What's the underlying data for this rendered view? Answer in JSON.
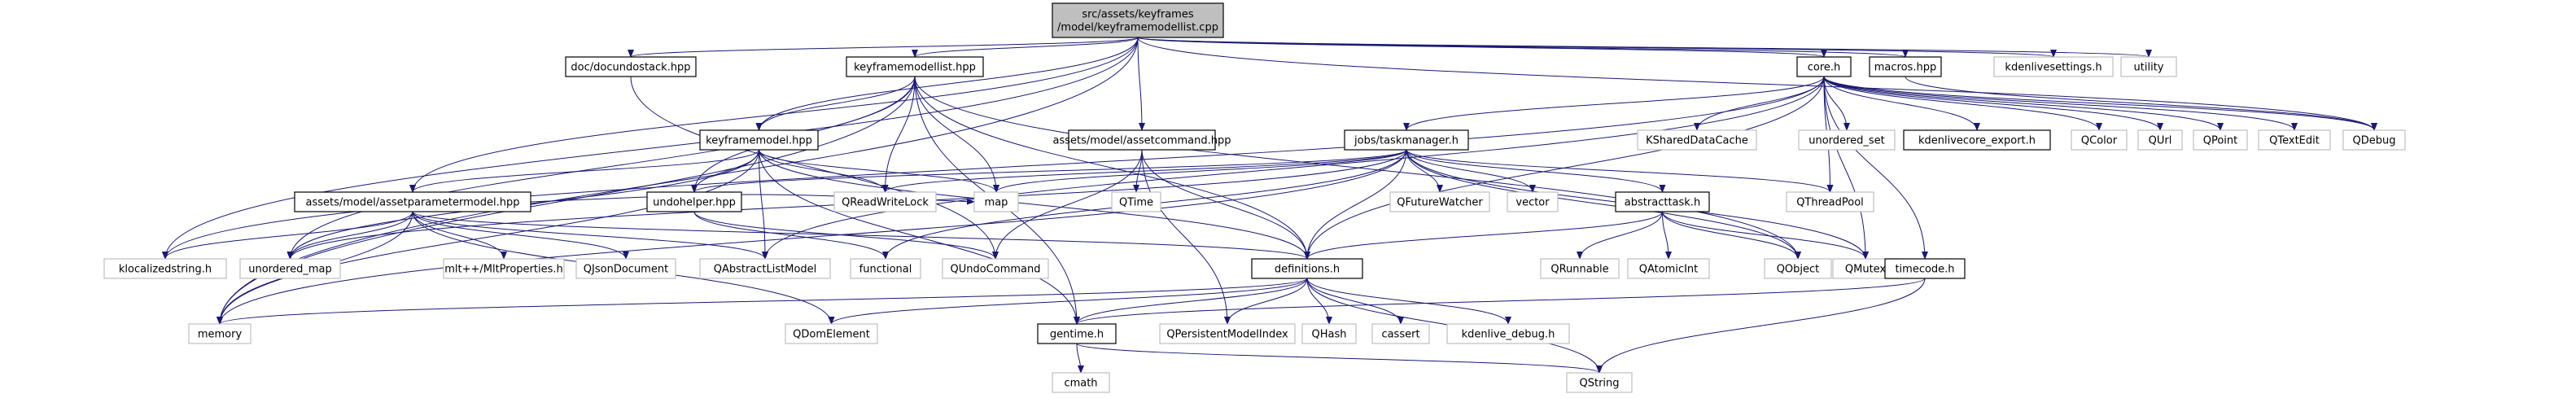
{
  "graph": {
    "nodes": [
      {
        "id": "root",
        "label": [
          "src/assets/keyframes",
          "/model/keyframemodellist.cpp"
        ],
        "kind": "root"
      },
      {
        "id": "docundo",
        "label": [
          "doc/docundostack.hpp"
        ],
        "kind": "local"
      },
      {
        "id": "kflist",
        "label": [
          "keyframemodellist.hpp"
        ],
        "kind": "local"
      },
      {
        "id": "assetcmd",
        "label": [
          "assets/model/assetcommand.hpp"
        ],
        "kind": "local"
      },
      {
        "id": "core",
        "label": [
          "core.h"
        ],
        "kind": "local"
      },
      {
        "id": "macros",
        "label": [
          "macros.hpp"
        ],
        "kind": "local"
      },
      {
        "id": "kdensettings",
        "label": [
          "kdenlivesettings.h"
        ],
        "kind": "sys"
      },
      {
        "id": "utility",
        "label": [
          "utility"
        ],
        "kind": "sys"
      },
      {
        "id": "kfmodel",
        "label": [
          "keyframemodel.hpp"
        ],
        "kind": "local"
      },
      {
        "id": "taskmgr",
        "label": [
          "jobs/taskmanager.h"
        ],
        "kind": "local"
      },
      {
        "id": "kshared",
        "label": [
          "KSharedDataCache"
        ],
        "kind": "sys"
      },
      {
        "id": "unordset",
        "label": [
          "unordered_set"
        ],
        "kind": "sys"
      },
      {
        "id": "corexport",
        "label": [
          "kdenlivecore_export.h"
        ],
        "kind": "local"
      },
      {
        "id": "qcolor",
        "label": [
          "QColor"
        ],
        "kind": "sys"
      },
      {
        "id": "qurl",
        "label": [
          "QUrl"
        ],
        "kind": "sys"
      },
      {
        "id": "qpoint",
        "label": [
          "QPoint"
        ],
        "kind": "sys"
      },
      {
        "id": "qtextedit",
        "label": [
          "QTextEdit"
        ],
        "kind": "sys"
      },
      {
        "id": "qdebug",
        "label": [
          "QDebug"
        ],
        "kind": "sys"
      },
      {
        "id": "assetparam",
        "label": [
          "assets/model/assetparametermodel.hpp"
        ],
        "kind": "local"
      },
      {
        "id": "undohelper",
        "label": [
          "undohelper.hpp"
        ],
        "kind": "local"
      },
      {
        "id": "map",
        "label": [
          "map"
        ],
        "kind": "sys"
      },
      {
        "id": "qrwlock",
        "label": [
          "QReadWriteLock"
        ],
        "kind": "sys"
      },
      {
        "id": "qtime",
        "label": [
          "QTime"
        ],
        "kind": "sys"
      },
      {
        "id": "qfuturew",
        "label": [
          "QFutureWatcher"
        ],
        "kind": "sys"
      },
      {
        "id": "vector",
        "label": [
          "vector"
        ],
        "kind": "sys"
      },
      {
        "id": "abstracttask",
        "label": [
          "abstracttask.h"
        ],
        "kind": "local"
      },
      {
        "id": "qthreadpool",
        "label": [
          "QThreadPool"
        ],
        "kind": "sys"
      },
      {
        "id": "klocal",
        "label": [
          "klocalizedstring.h"
        ],
        "kind": "sys"
      },
      {
        "id": "unordmap",
        "label": [
          "unordered_map"
        ],
        "kind": "sys"
      },
      {
        "id": "mltprop",
        "label": [
          "mlt++/MltProperties.h"
        ],
        "kind": "sys"
      },
      {
        "id": "qjson",
        "label": [
          "QJsonDocument"
        ],
        "kind": "sys"
      },
      {
        "id": "qabslist",
        "label": [
          "QAbstractListModel"
        ],
        "kind": "sys"
      },
      {
        "id": "functional",
        "label": [
          "functional"
        ],
        "kind": "sys"
      },
      {
        "id": "qundocmd",
        "label": [
          "QUndoCommand"
        ],
        "kind": "sys"
      },
      {
        "id": "definitions",
        "label": [
          "definitions.h"
        ],
        "kind": "local"
      },
      {
        "id": "qrunnable",
        "label": [
          "QRunnable"
        ],
        "kind": "sys"
      },
      {
        "id": "qatomic",
        "label": [
          "QAtomicInt"
        ],
        "kind": "sys"
      },
      {
        "id": "qobject",
        "label": [
          "QObject"
        ],
        "kind": "sys"
      },
      {
        "id": "qmutex",
        "label": [
          "QMutex"
        ],
        "kind": "sys"
      },
      {
        "id": "timecode",
        "label": [
          "timecode.h"
        ],
        "kind": "local"
      },
      {
        "id": "memory",
        "label": [
          "memory"
        ],
        "kind": "sys"
      },
      {
        "id": "qdomel",
        "label": [
          "QDomElement"
        ],
        "kind": "sys"
      },
      {
        "id": "gentime",
        "label": [
          "gentime.h"
        ],
        "kind": "local"
      },
      {
        "id": "qpersist",
        "label": [
          "QPersistentModelIndex"
        ],
        "kind": "sys"
      },
      {
        "id": "qhash",
        "label": [
          "QHash"
        ],
        "kind": "sys"
      },
      {
        "id": "cassert",
        "label": [
          "cassert"
        ],
        "kind": "sys"
      },
      {
        "id": "kdendebug",
        "label": [
          "kdenlive_debug.h"
        ],
        "kind": "sys"
      },
      {
        "id": "cmath",
        "label": [
          "cmath"
        ],
        "kind": "sys"
      },
      {
        "id": "qstring",
        "label": [
          "QString"
        ],
        "kind": "sys"
      }
    ],
    "edges": [
      [
        "root",
        "docundo"
      ],
      [
        "root",
        "kflist"
      ],
      [
        "root",
        "assetcmd"
      ],
      [
        "root",
        "core"
      ],
      [
        "root",
        "macros"
      ],
      [
        "root",
        "kdensettings"
      ],
      [
        "root",
        "utility"
      ],
      [
        "root",
        "kfmodel"
      ],
      [
        "root",
        "assetparam"
      ],
      [
        "root",
        "klocal"
      ],
      [
        "root",
        "memory"
      ],
      [
        "root",
        "qdebug"
      ],
      [
        "docundo",
        "qundocmd"
      ],
      [
        "kflist",
        "definitions"
      ],
      [
        "kflist",
        "gentime"
      ],
      [
        "kflist",
        "kfmodel"
      ],
      [
        "kflist",
        "undohelper"
      ],
      [
        "kflist",
        "qrwlock"
      ],
      [
        "kflist",
        "qobject"
      ],
      [
        "kflist",
        "map"
      ],
      [
        "kflist",
        "memory"
      ],
      [
        "kflist",
        "unordmap"
      ],
      [
        "assetcmd",
        "definitions"
      ],
      [
        "assetcmd",
        "qundocmd"
      ],
      [
        "assetcmd",
        "qpersist"
      ],
      [
        "assetcmd",
        "qtime"
      ],
      [
        "core",
        "definitions"
      ],
      [
        "core",
        "taskmgr"
      ],
      [
        "core",
        "kshared"
      ],
      [
        "core",
        "unordset"
      ],
      [
        "core",
        "corexport"
      ],
      [
        "core",
        "qcolor"
      ],
      [
        "core",
        "qurl"
      ],
      [
        "core",
        "qpoint"
      ],
      [
        "core",
        "qtextedit"
      ],
      [
        "core",
        "qdebug"
      ],
      [
        "core",
        "qthreadpool"
      ],
      [
        "core",
        "timecode"
      ],
      [
        "core",
        "qmutex"
      ],
      [
        "core",
        "klocal"
      ],
      [
        "core",
        "qabslist"
      ],
      [
        "macros",
        "qdebug"
      ],
      [
        "kfmodel",
        "assetparam"
      ],
      [
        "kfmodel",
        "definitions"
      ],
      [
        "kfmodel",
        "gentime"
      ],
      [
        "kfmodel",
        "undohelper"
      ],
      [
        "kfmodel",
        "qabslist"
      ],
      [
        "kfmodel",
        "qrwlock"
      ],
      [
        "kfmodel",
        "map"
      ],
      [
        "kfmodel",
        "memory"
      ],
      [
        "kfmodel",
        "unordmap"
      ],
      [
        "taskmgr",
        "definitions"
      ],
      [
        "taskmgr",
        "undohelper"
      ],
      [
        "taskmgr",
        "abstracttask"
      ],
      [
        "taskmgr",
        "qfuturew"
      ],
      [
        "taskmgr",
        "vector"
      ],
      [
        "taskmgr",
        "qthreadpool"
      ],
      [
        "taskmgr",
        "qobject"
      ],
      [
        "taskmgr",
        "qmutex"
      ],
      [
        "taskmgr",
        "qrwlock"
      ],
      [
        "taskmgr",
        "map"
      ],
      [
        "taskmgr",
        "memory"
      ],
      [
        "taskmgr",
        "unordmap"
      ],
      [
        "taskmgr",
        "functional"
      ],
      [
        "assetparam",
        "definitions"
      ],
      [
        "assetparam",
        "klocal"
      ],
      [
        "assetparam",
        "qabslist"
      ],
      [
        "assetparam",
        "qdomel"
      ],
      [
        "assetparam",
        "qjson"
      ],
      [
        "assetparam",
        "mltprop"
      ],
      [
        "assetparam",
        "memory"
      ],
      [
        "assetparam",
        "unordmap"
      ],
      [
        "assetparam",
        "map"
      ],
      [
        "undohelper",
        "functional"
      ],
      [
        "undohelper",
        "qundocmd"
      ],
      [
        "abstracttask",
        "definitions"
      ],
      [
        "abstracttask",
        "qrunnable"
      ],
      [
        "abstracttask",
        "qatomic"
      ],
      [
        "abstracttask",
        "qobject"
      ],
      [
        "abstracttask",
        "qmutex"
      ],
      [
        "definitions",
        "memory"
      ],
      [
        "definitions",
        "qdomel"
      ],
      [
        "definitions",
        "gentime"
      ],
      [
        "definitions",
        "qpersist"
      ],
      [
        "definitions",
        "qhash"
      ],
      [
        "definitions",
        "cassert"
      ],
      [
        "definitions",
        "kdendebug"
      ],
      [
        "definitions",
        "qstring"
      ],
      [
        "timecode",
        "qstring"
      ],
      [
        "timecode",
        "gentime"
      ],
      [
        "gentime",
        "cmath"
      ],
      [
        "gentime",
        "qstring"
      ]
    ]
  }
}
